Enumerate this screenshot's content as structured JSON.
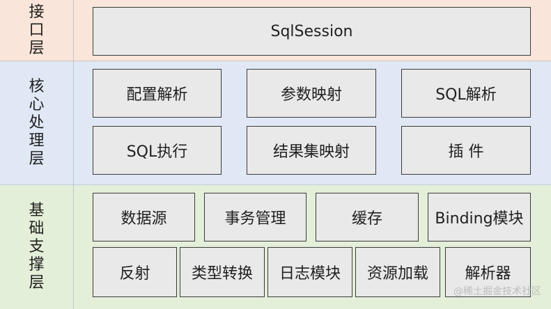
{
  "layers": {
    "interface": {
      "label": "接口层"
    },
    "core": {
      "label": "核心处理层"
    },
    "support": {
      "label": "基础支撑层"
    }
  },
  "interface_modules": [
    "SqlSession"
  ],
  "core_modules": [
    "配置解析",
    "参数映射",
    "SQL解析",
    "SQL执行",
    "结果集映射",
    "插 件"
  ],
  "support_modules": [
    "数据源",
    "事务管理",
    "缓存",
    "Binding模块",
    "反射",
    "类型转换",
    "日志模块",
    "资源加载",
    "解析器"
  ],
  "watermark": "@稀土掘金技术社区"
}
